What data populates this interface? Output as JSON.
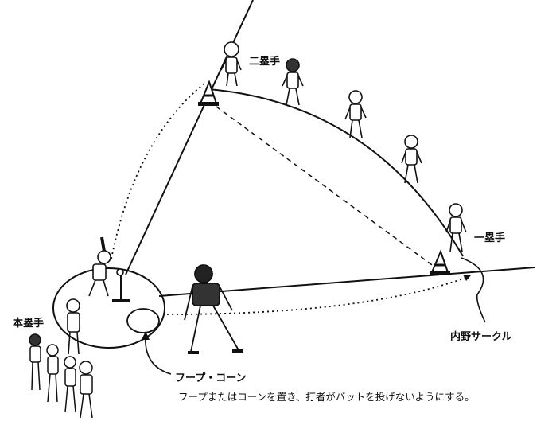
{
  "labels": {
    "second_baseman": "二塁手",
    "first_baseman": "一塁手",
    "home_baseman": "本塁手",
    "infield_circle": "内野サークル",
    "hoop_cone": "フープ・コーン"
  },
  "note": "フープまたはコーンを置き、打者がバットを投げないようにする。"
}
